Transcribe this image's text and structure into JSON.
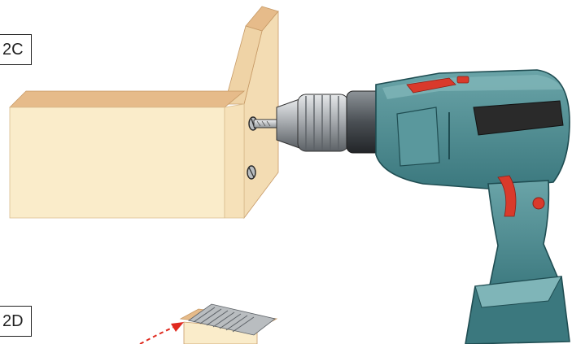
{
  "steps": [
    {
      "label": "2C"
    },
    {
      "label": "2D"
    }
  ],
  "colors": {
    "wood_face": "#faecca",
    "wood_top": "#e6bb8a",
    "wood_side": "#f3dcb3",
    "drill_body": "#4d8f94",
    "drill_body_dark": "#2f6a70",
    "drill_highlight": "#7fb5b8",
    "drill_accent": "#d93a2b",
    "grip_dark": "#2a2a2a",
    "chuck_silver": "#b9bdc0",
    "guide_arrow": "#e02a1f"
  },
  "icons": [
    "wood-board",
    "power-drill",
    "screw",
    "drill-bit",
    "chuck",
    "guide-arrow"
  ]
}
